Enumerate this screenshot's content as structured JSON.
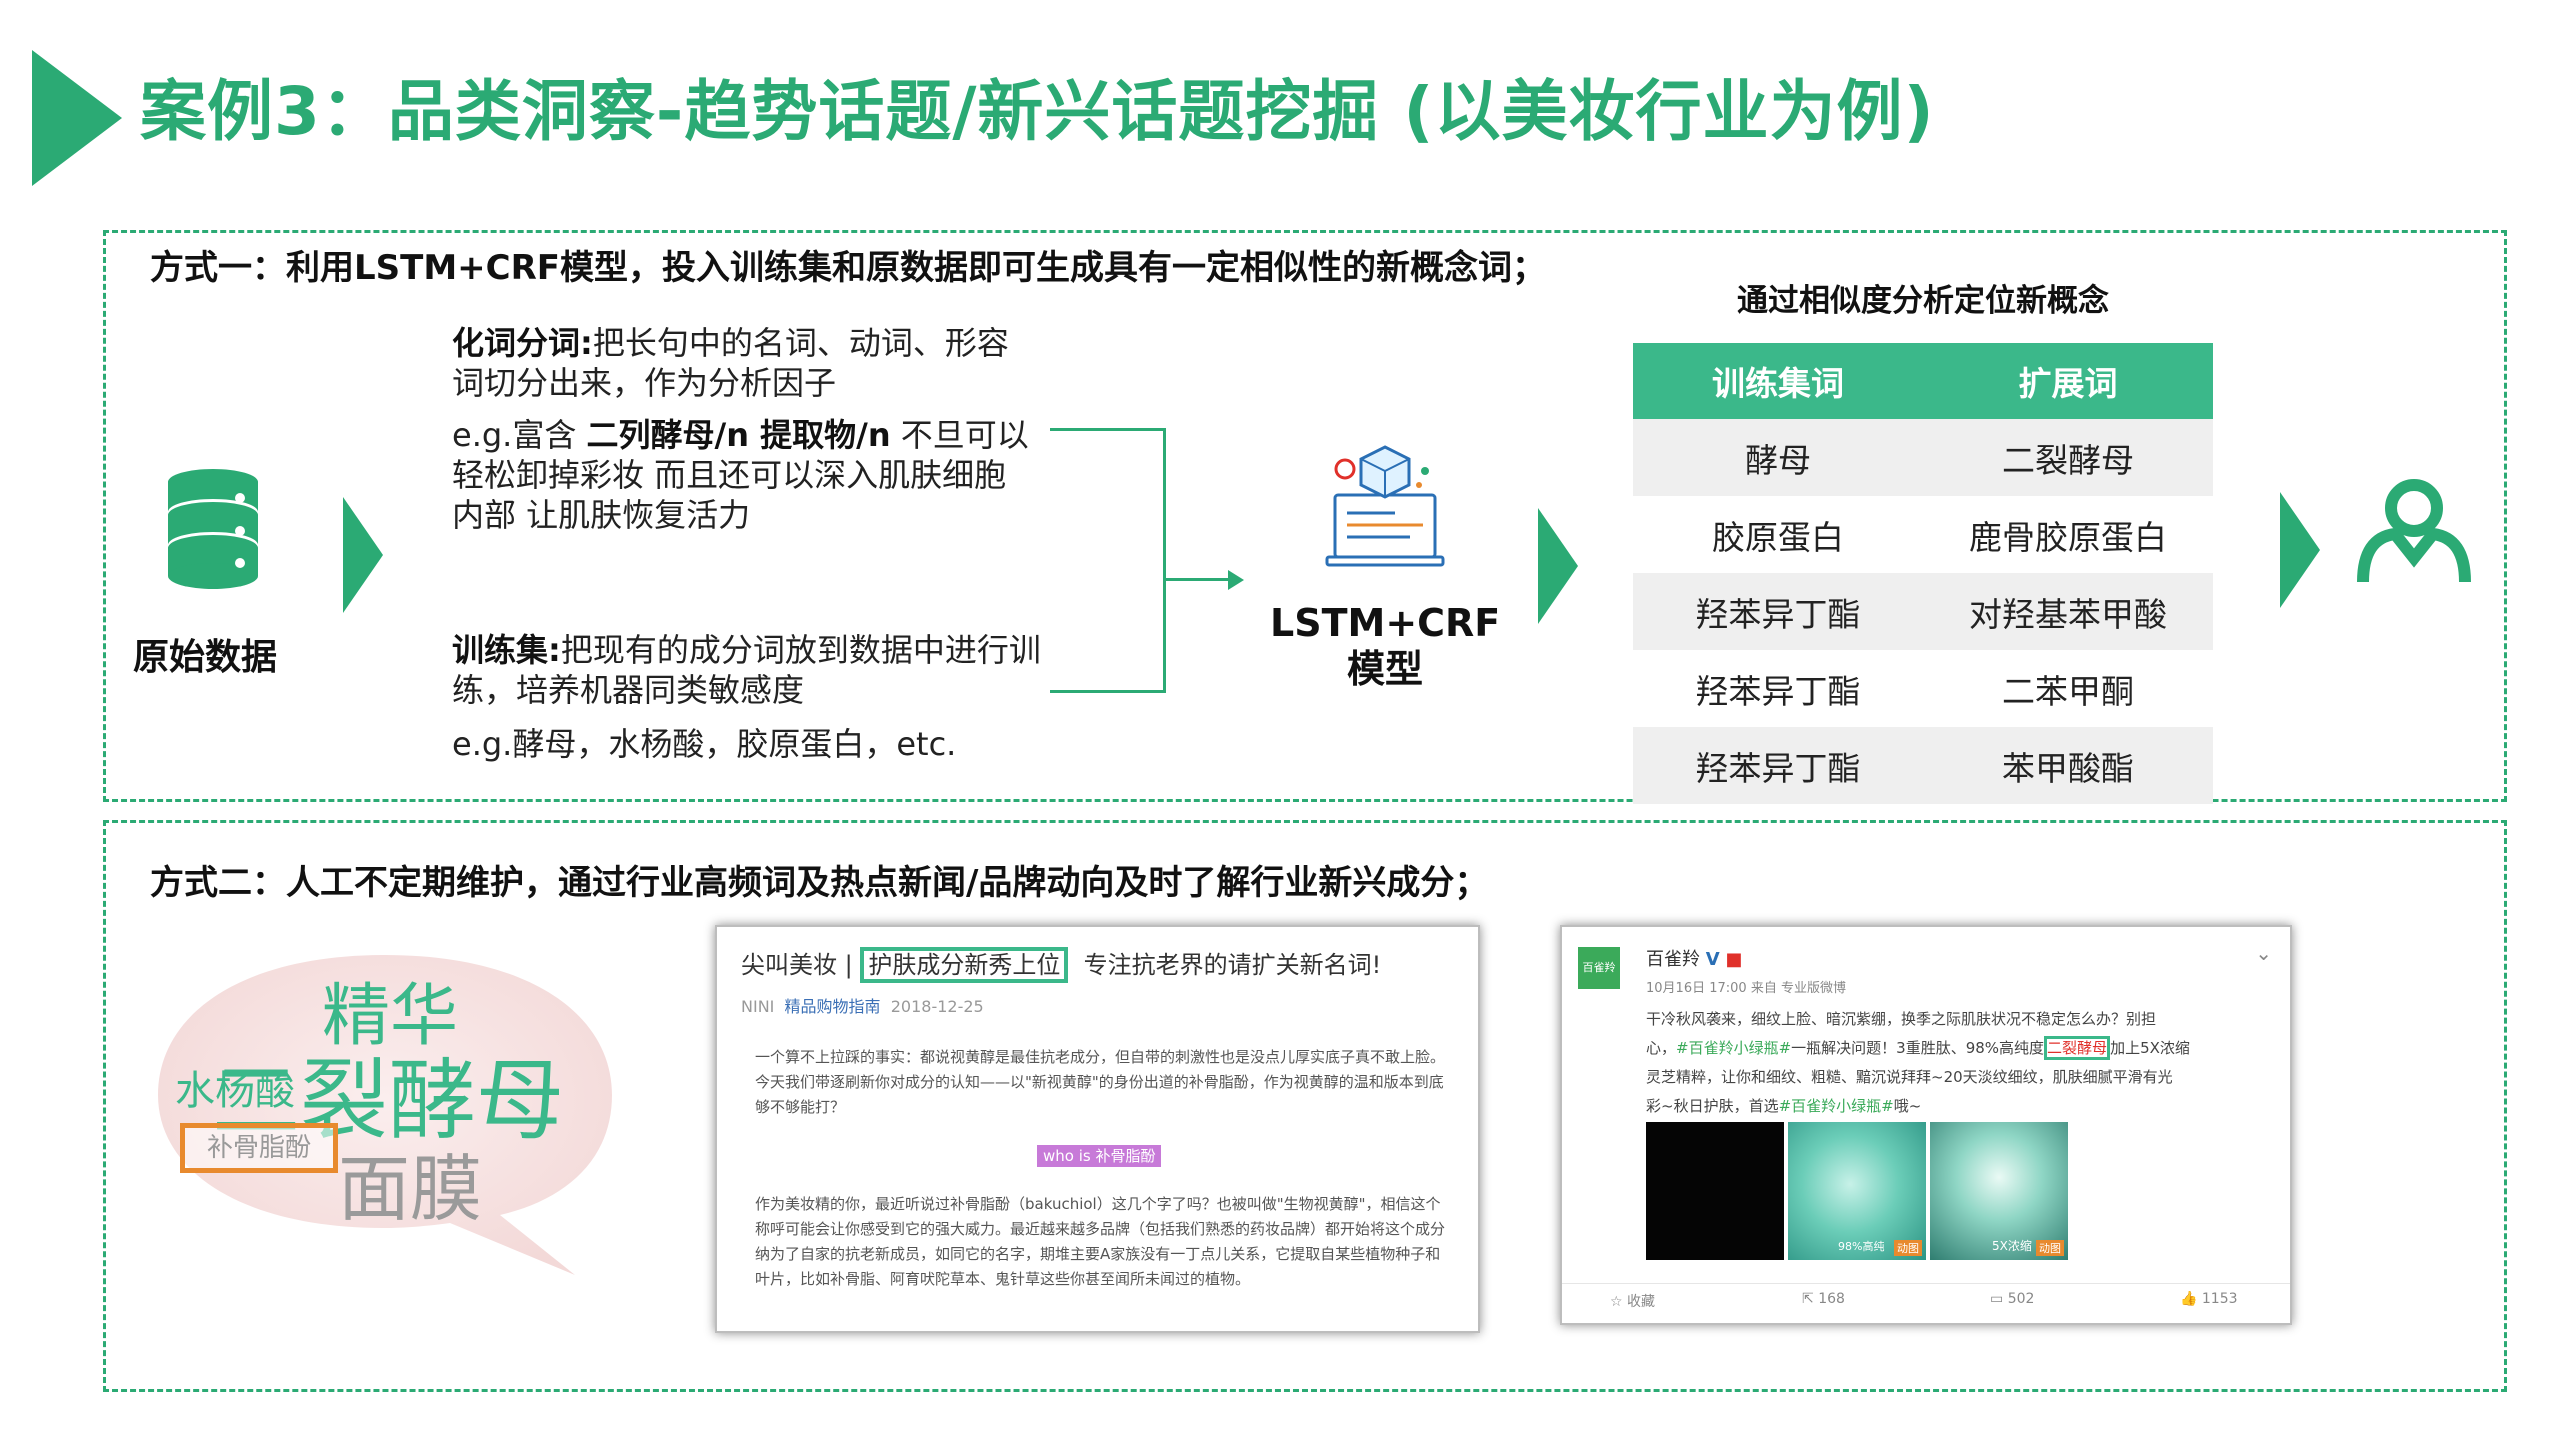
{
  "page_title": "案例3：品类洞察-趋势话题/新兴话题挖掘 (以美妆行业为例)",
  "method1": {
    "title": "方式一：利用LSTM+CRF模型，投入训练集和原数据即可生成具有一定相似性的新概念词；",
    "raw_data_label": "原始数据",
    "seg_title": "化词分词:",
    "seg_desc": "把长句中的名词、动词、形容词切分出来，作为分析因子",
    "seg_ex_prefix": "e.g.富含 ",
    "seg_ex_bold": "二列酵母/n 提取物/n",
    "seg_ex_suffix": " 不旦可以轻松卸掉彩妆 而且还可以深入肌肤细胞内部 让肌肤恢复活力",
    "train_title": "训练集:",
    "train_desc": "把现有的成分词放到数据中进行训练，培养机器同类敏感度",
    "train_ex": "e.g.酵母，水杨酸，胶原蛋白，etc.",
    "model_label_1": "LSTM+CRF",
    "model_label_2": "模型",
    "table_caption": "通过相似度分析定位新概念",
    "table_headers": [
      "训练集词",
      "扩展词"
    ],
    "table_rows": [
      [
        "酵母",
        "二裂酵母"
      ],
      [
        "胶原蛋白",
        "鹿骨胶原蛋白"
      ],
      [
        "羟苯异丁酯",
        "对羟基苯甲酸"
      ],
      [
        "羟苯异丁酯",
        "二苯甲酮"
      ],
      [
        "羟苯异丁酯",
        "苯甲酸酯"
      ]
    ]
  },
  "method2": {
    "title": "方式二：人工不定期维护，通过行业高频词及热点新闻/品牌动向及时了解行业新兴成分；",
    "cloud": {
      "w1": "精华",
      "w2": "水杨酸",
      "w3": "二裂酵母",
      "w4": "补骨脂酚",
      "w5": "面膜"
    },
    "article": {
      "source": "尖叫美妆 |",
      "headline_hl": "护肤成分新秀上位",
      "headline_rest": "专注抗老界的请扩关新名词!",
      "author": "NINI",
      "channel": "精品购物指南",
      "date": "2018-12-25",
      "para1": "一个算不上拉踩的事实：都说视黄醇是最佳抗老成分，但自带的刺激性也是没点儿厚实底子真不敢上脸。今天我们带逐刷新你对成分的认知——以\"新视黄醇\"的身份出道的补骨脂酚，作为视黄醇的温和版本到底够不够能打？",
      "tag": "who is 补骨脂酚",
      "para2": "作为美妆精的你，最近听说过补骨脂酚（bakuchiol）这几个字了吗？也被叫做\"生物视黄醇\"，相信这个称呼可能会让你感受到它的强大威力。最近越来越多品牌（包括我们熟悉的药妆品牌）都开始将这个成分纳为了自家的抗老新成员，如同它的名字，期堆主要A家族没有一丁点儿关系，它提取自某些植物种子和叶片，比如补骨脂、阿育吠陀草本、鬼针草这些你甚至闻所未闻过的植物。"
    },
    "weibo": {
      "account": "百雀羚",
      "verified": "V",
      "avatar_text": "百雀羚",
      "time": "10月16日 17:00 来自 专业版微博",
      "text_line1": "干冷秋风袭来，细纹上脸、暗沉紫绷，换季之际肌肤状况不稳定怎么办？别担",
      "text_l2_a": "心，",
      "text_l2_tag": "#百雀羚小绿瓶#",
      "text_l2_b": "一瓶解决问题！3重胜肽、98%高纯度",
      "text_l2_hl": "二裂酵母",
      "text_l2_c": "加上5X浓缩",
      "text_line3": "灵芝精粹，让你和细纹、粗糙、黯沉说拜拜~20天淡纹细纹，肌肤细腻平滑有光",
      "text_l4_a": "彩~秋日护肤，首选",
      "text_l4_tag": "#百雀羚小绿瓶#",
      "text_l4_b": "哦~",
      "img_labels": [
        "98%高纯",
        "动图",
        "5X浓缩",
        "动图"
      ],
      "actions": {
        "fav": "收藏",
        "share": "168",
        "comment": "502",
        "like": "1153"
      }
    }
  },
  "colors": {
    "accent": "#2baa74",
    "table_header": "#3bb88a",
    "orange": "#e88a2e",
    "red": "#e0302a"
  }
}
